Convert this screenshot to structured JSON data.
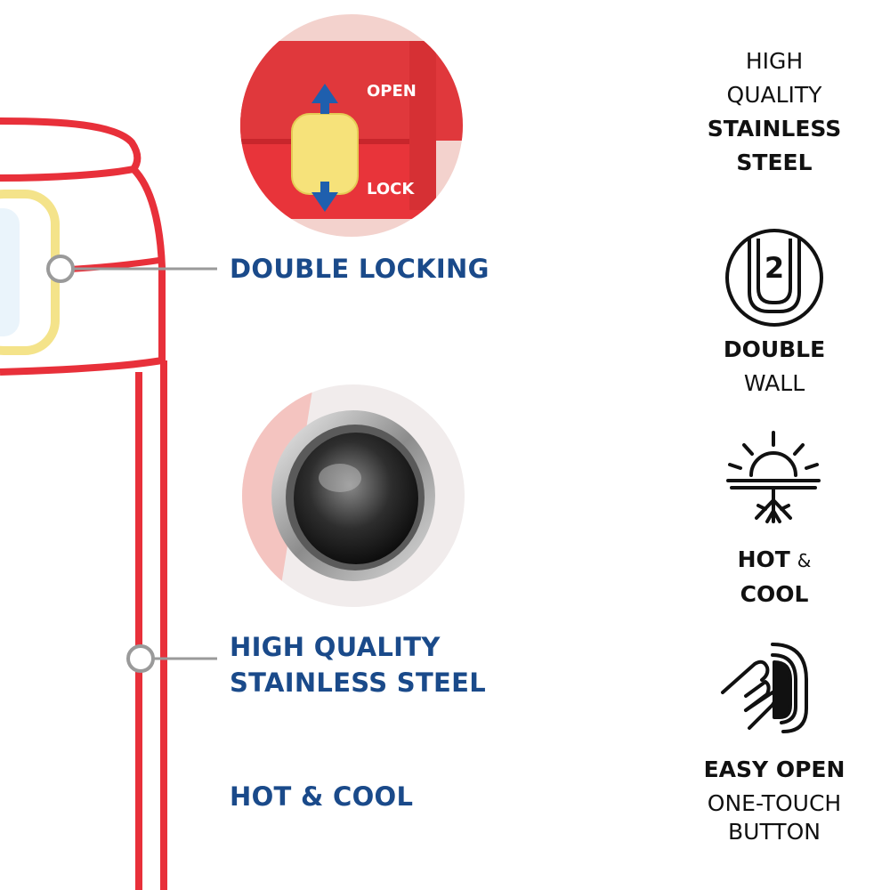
{
  "colors": {
    "bottle_red": "#e8303a",
    "label_blue": "#1a4a8a",
    "lid_yellow": "#f4e38a",
    "arrow_blue": "#1f5fae",
    "icon_black": "#111111"
  },
  "callouts": {
    "lock_open": "OPEN",
    "lock_lock": "LOCK"
  },
  "features": {
    "double_locking": "DOUBLE LOCKING",
    "stainless_line1": "HIGH QUALITY",
    "stainless_line2": "STAINLESS STEEL",
    "hot_cool": "HOT & COOL"
  },
  "icons": {
    "stainless": {
      "line1": "HIGH",
      "line2": "QUALITY",
      "line3": "STAINLESS",
      "line4": "STEEL"
    },
    "double_wall": {
      "number": "2",
      "line1": "DOUBLE",
      "line2": "WALL"
    },
    "hot_cool": {
      "word1": "HOT",
      "amp": "&",
      "word2": "COOL"
    },
    "easy_open": {
      "line1": "EASY OPEN",
      "line2": "ONE-TOUCH",
      "line3": "BUTTON"
    }
  },
  "icon_names": [
    "double-wall-icon",
    "sun-snowflake-icon",
    "one-touch-button-icon"
  ]
}
